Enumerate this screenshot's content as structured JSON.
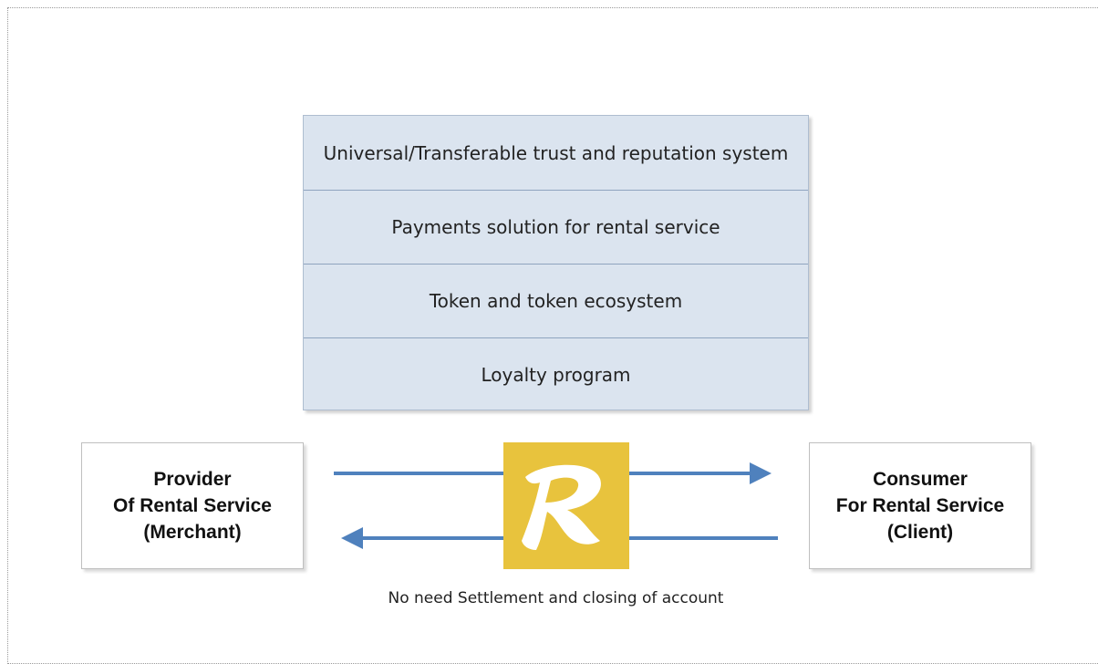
{
  "layers": [
    "Universal/Transferable trust and reputation system",
    "Payments solution for rental service",
    "Token and token ecosystem",
    "Loyalty program"
  ],
  "provider": {
    "label": "Provider\nOf Rental Service\n(Merchant)"
  },
  "consumer": {
    "label": "Consumer\nFor Rental Service\n(Client)"
  },
  "logo": {
    "icon": "r-logo-icon",
    "color": "#E8C33D"
  },
  "arrows": {
    "color": "#4F81BD"
  },
  "caption": "No need Settlement and closing of account"
}
